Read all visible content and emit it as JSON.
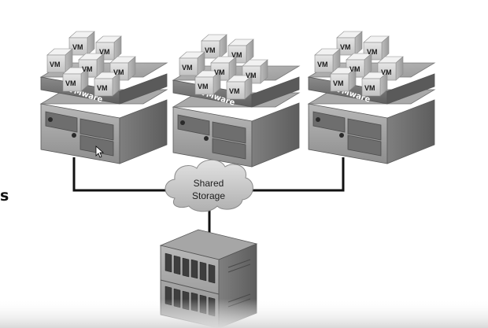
{
  "diagram": {
    "vm_label": "VM",
    "host_brand": "VMware",
    "storage_line1": "Shared",
    "storage_line2": "Storage",
    "left_fragment": "s"
  },
  "hosts": [
    {
      "vm_count": 7
    },
    {
      "vm_count": 7
    },
    {
      "vm_count": 7
    }
  ]
}
